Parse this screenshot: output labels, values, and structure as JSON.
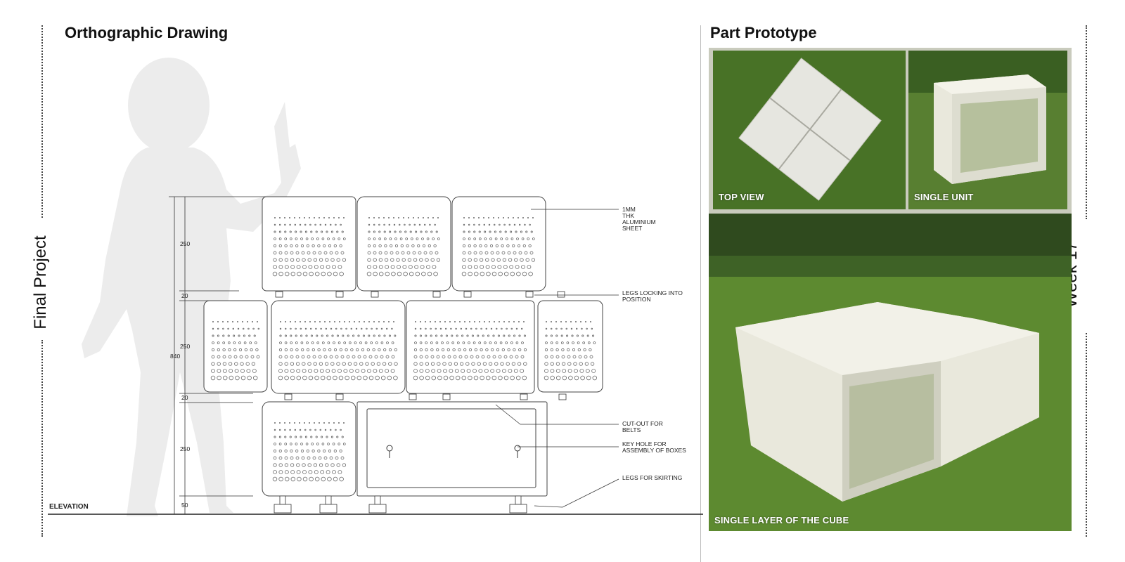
{
  "side_labels": {
    "left": "Final Project",
    "right": "Week 17"
  },
  "headings": {
    "orthographic": "Orthographic Drawing",
    "prototype": "Part Prototype"
  },
  "drawing": {
    "elevation_label": "ELEVATION",
    "dimensions": {
      "top": "250",
      "gap1": "20",
      "middle": "250",
      "gap2": "20",
      "bottom": "250",
      "base": "50",
      "total": "840"
    },
    "annotations": {
      "sheet": [
        "1MM",
        "THK",
        "ALUMINIUM",
        "SHEET"
      ],
      "legs_lock": [
        "LEGS LOCKING INTO",
        "POSITION"
      ],
      "cutout": [
        "CUT-OUT FOR",
        "BELTS"
      ],
      "keyhole": [
        "KEY HOLE FOR",
        "ASSEMBLY OF BOXES"
      ],
      "skirting": [
        "LEGS FOR SKIRTING"
      ]
    }
  },
  "photos": {
    "top_view": "TOP VIEW",
    "single_unit": "SINGLE UNIT",
    "layer": "SINGLE LAYER OF THE CUBE"
  },
  "colors": {
    "grass": "#4f7a2a",
    "grass_dark": "#3f6a22",
    "panel": "#e9e8dc",
    "figure": "#ededed",
    "frame": "#c9cbbd"
  }
}
